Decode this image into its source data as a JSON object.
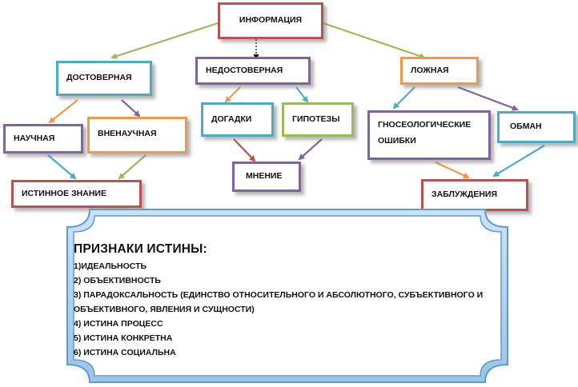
{
  "nodes": {
    "information": "ИНФОРМАЦИЯ",
    "reliable": "ДОСТОВЕРНАЯ",
    "unreliable": "НЕДОСТОВЕРНАЯ",
    "false": "ЛОЖНАЯ",
    "scientific": "НАУЧНАЯ",
    "nonscientific": "ВНЕНАУЧНАЯ",
    "guesses": "ДОГАДКИ",
    "hypotheses": "ГИПОТЕЗЫ",
    "gnoseological": "ГНОСЕОЛОГИЧЕСКИЕ ОШИБКИ",
    "deception": "ОБМАН",
    "true_knowledge": "ИСТИННОЕ ЗНАНИЕ",
    "opinion": "МНЕНИЕ",
    "delusion": "ЗАБЛУЖДЕНИЯ"
  },
  "signs": {
    "title": "ПРИЗНАКИ ИСТИНЫ:",
    "items": [
      "1)ИДЕАЛЬНОСТЬ",
      "2) ОБЪЕКТИВНОСТЬ",
      "3) ПАРАДОКСАЛЬНОСТЬ (ЕДИНСТВО ОТНОСИТЕЛЬНОГО И АБСОЛЮТНОГО, СУБЪЕКТИВНОГО И ОБЪЕКТИВНОГО, ЯВЛЕНИЯ И СУЩНОСТИ)",
      "4) ИСТИНА ПРОЦЕСС",
      "5) ИСТИНА КОНКРЕТНА",
      "6) ИСТИНА СОЦИАЛЬНА"
    ]
  },
  "colors": {
    "red": "#c0504d",
    "cyan": "#4bacc6",
    "purple": "#8064a2",
    "orange": "#f79646",
    "green": "#9bbb59",
    "frame": "#5b9bd5"
  }
}
